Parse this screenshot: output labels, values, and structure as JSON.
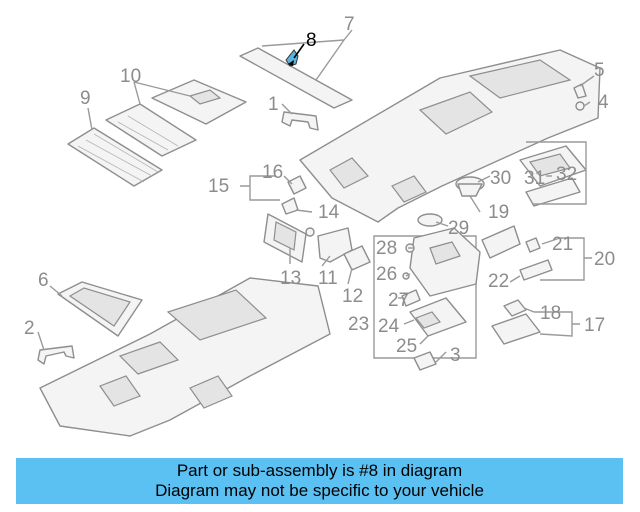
{
  "diagram": {
    "highlight_color": "#5ab4dc",
    "highlighted_part": "8",
    "callouts": {
      "c1": "1",
      "c2": "2",
      "c3": "3",
      "c4": "4",
      "c5": "5",
      "c6": "6",
      "c7": "7",
      "c8": "8",
      "c9": "9",
      "c10": "10",
      "c11": "11",
      "c12": "12",
      "c13": "13",
      "c14": "14",
      "c15": "15",
      "c16": "16",
      "c17": "17",
      "c18": "18",
      "c19": "19",
      "c20": "20",
      "c21": "21",
      "c22": "22",
      "c23": "23",
      "c24": "24",
      "c25": "25",
      "c26": "26",
      "c27": "27",
      "c28": "28",
      "c29": "29",
      "c30": "30",
      "c31": "31",
      "c32": "32"
    }
  },
  "banner": {
    "background": "#5bc0f2",
    "line1": "Part or sub-assembly is #8 in diagram",
    "line2": "Diagram may not be specific to your vehicle"
  }
}
